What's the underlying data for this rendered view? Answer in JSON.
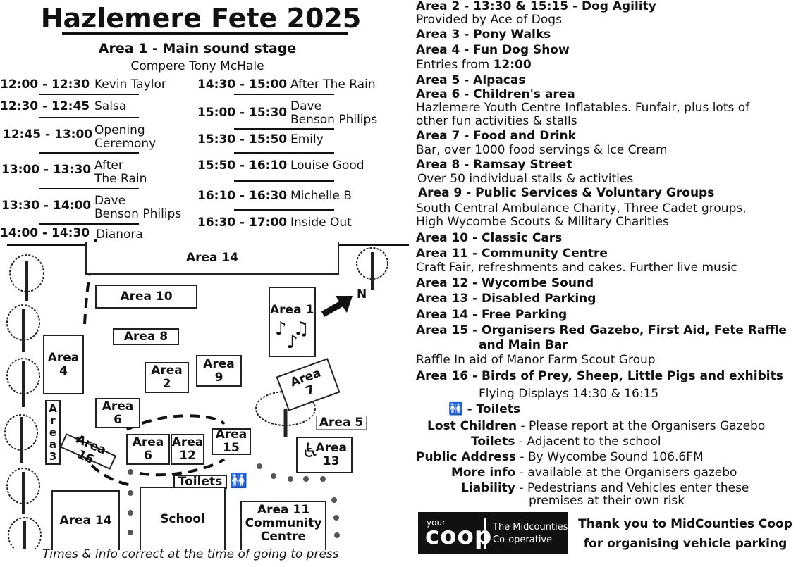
{
  "title": "Hazlemere Fete 2025",
  "stage": {
    "title": "Area 1 - Main sound stage",
    "compere": "Compere Tony McHale"
  },
  "schedule_left": [
    {
      "time": "12:00 - 12:30",
      "act": "Kevin Taylor"
    },
    {
      "time": "12:30 - 12:45",
      "act": "Salsa"
    },
    {
      "time": "12:45 - 13:00",
      "act": "Opening\nCeremony"
    },
    {
      "time": "13:00 - 13:30",
      "act": "After\nThe Rain"
    },
    {
      "time": "13:30 - 14:00",
      "act": "Dave\nBenson Philips"
    },
    {
      "time": "14:00 - 14:30",
      "act": "Dianora"
    }
  ],
  "schedule_right": [
    {
      "time": "14:30 - 15:00",
      "act": "After The Rain"
    },
    {
      "time": "15:00 - 15:30",
      "act": "Dave\nBenson Philips"
    },
    {
      "time": "15:30 - 15:50",
      "act": "Emily"
    },
    {
      "time": "15:50 - 16:10",
      "act": "Louise Good"
    },
    {
      "time": "16:10 - 16:30",
      "act": "Michelle B"
    },
    {
      "time": "16:30 - 17:00",
      "act": "Inside Out"
    }
  ],
  "map": {
    "area14_top": "Area 14",
    "area10": "Area 10",
    "area1": "Area 1",
    "north": "N",
    "area8": "Area 8",
    "area4": "Area\n4",
    "area2": "Area\n2",
    "area9": "Area\n9",
    "area7": "Area\n7",
    "area3": "A\nr\ne\na\n3",
    "area6a": "Area\n6",
    "area5": "Area 5",
    "area16": "Area 16",
    "area6b": "Area\n6",
    "area12": "Area\n12",
    "area15": "Area\n15",
    "area13": "Area\n13",
    "toilets": "Toilets",
    "area14_bottom": "Area 14",
    "school": "School",
    "area11": "Area 11\nCommunity\nCentre",
    "music_notes": "♪ ♫ ♪"
  },
  "footnote": "Times & info correct at the time of going to press",
  "areas": [
    {
      "bold": "Area 2 - 13:30 & 15:15 - Dog Agility",
      "desc": "Provided by Ace of Dogs"
    },
    {
      "bold": "Area 3 - Pony Walks"
    },
    {
      "bold": "Area 4 - Fun Dog Show",
      "desc_pre": "Entries from ",
      "desc_bold": "12:00"
    },
    {
      "bold": "Area 5 - Alpacas"
    },
    {
      "bold": "Area 6 - Children's area",
      "desc": "Hazlemere Youth Centre Inflatables. Funfair, plus lots of",
      "desc2": "other fun activities & stalls"
    },
    {
      "bold": "Area 7 - Food and Drink",
      "desc": "Bar, over 1000 food servings & Ice Cream"
    },
    {
      "bold": "Area 8 - Ramsay Street",
      "desc": "Over 50 individual stalls & activities"
    },
    {
      "bold": "Area 9 - Public Services & Voluntary Groups",
      "desc": "South Central Ambulance Charity, Three Cadet groups,",
      "desc2": "High Wycombe Scouts & Military Charities"
    },
    {
      "bold": "Area 10 - Classic Cars"
    },
    {
      "bold": "Area 11 - Community Centre",
      "desc": "Craft Fair, refreshments and cakes. Further live music"
    },
    {
      "bold": "Area 12 - Wycombe Sound"
    },
    {
      "bold": "Area 13 - Disabled Parking"
    },
    {
      "bold": "Area 14 - Free Parking"
    },
    {
      "bold": "Area 15 - Organisers Red Gazebo, First Aid, Fete Raffle",
      "bold2": "and Main Bar",
      "desc": "Raffle In aid of Manor Farm Scout Group"
    },
    {
      "bold": "Area 16 - Birds of Prey, Sheep, Little Pigs and exhibits",
      "desc": "Flying Displays 14:30 & 16:15"
    }
  ],
  "toilets_label": "- Toilets",
  "info": [
    {
      "label": "Lost Children",
      "text": " - Please report at the Organisers Gazebo"
    },
    {
      "label": "Toilets",
      "text": " - Adjacent to the school"
    },
    {
      "label": "Public Address",
      "text": " - By Wycombe Sound 106.6FM"
    },
    {
      "label": "More info",
      "text": " - available at the Organisers gazebo"
    },
    {
      "label": "Liability",
      "text": " - Pedestrians and Vehicles enter these",
      "text2": "premises at their own risk"
    }
  ],
  "coop": {
    "small": "your",
    "big": "coop",
    "name1": "The Midcounties",
    "name2": "Co-operative"
  },
  "thanks": {
    "line1": "Thank you to MidCounties Coop",
    "line2": "for organising vehicle parking"
  }
}
